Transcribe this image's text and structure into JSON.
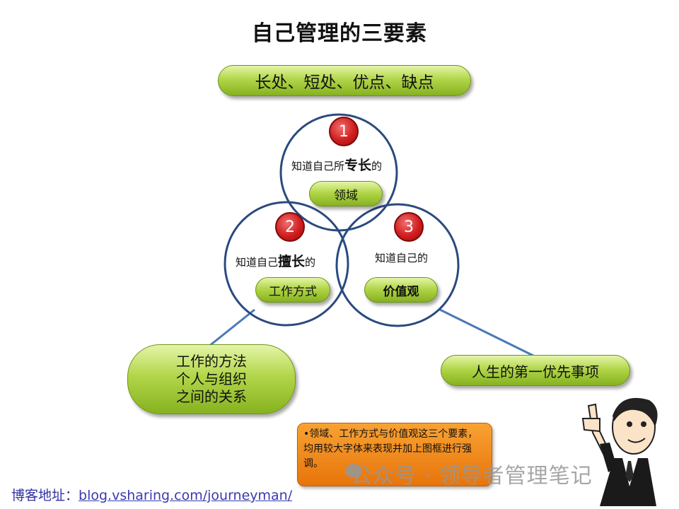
{
  "title": "自己管理的三要素",
  "top_pill": "长处、短处、优点、缺点",
  "circles": [
    {
      "number": "1",
      "text_before": "知道自己所",
      "text_bold": "专长",
      "text_after": "的",
      "pill": "领域"
    },
    {
      "number": "2",
      "text_before": "知道自己",
      "text_bold": "擅长",
      "text_after": "的",
      "pill": "工作方式"
    },
    {
      "number": "3",
      "text_before": "知道自己的",
      "text_bold": "",
      "text_after": "",
      "pill": "价值观"
    }
  ],
  "left_callout": [
    "工作的方法",
    "个人与组织",
    "之间的关系"
  ],
  "right_callout": "人生的第一优先事项",
  "note": "•领域、工作方式与价值观这三个要素，均用较大字体来表现并加上图框进行强调。",
  "watermark": "公众号 · 领导者管理笔记",
  "blog": {
    "label": "博客地址：",
    "url": "blog.vsharing.com/journeyman/"
  },
  "colors": {
    "circle_stroke": "#2a4a7f",
    "pill_green": "#9cc634",
    "note_orange": "#f08a1c",
    "number_red": "#cc1f1f"
  }
}
